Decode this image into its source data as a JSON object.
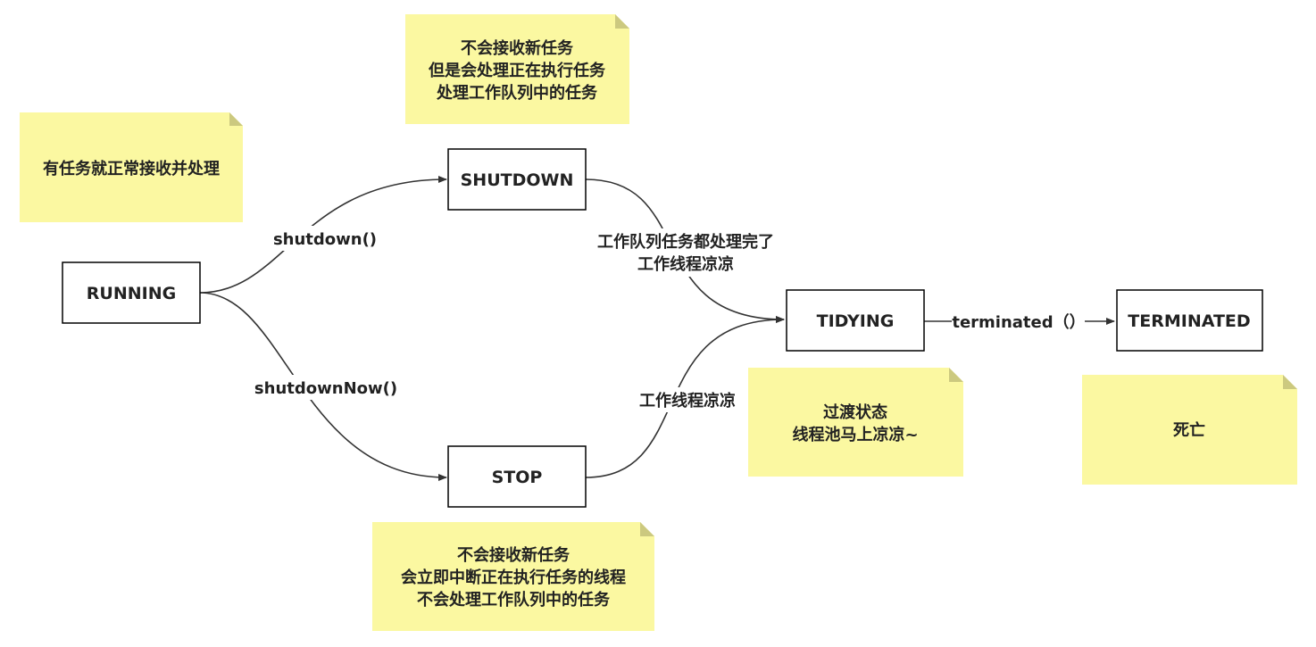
{
  "colors": {
    "note_fill": "#fbf8a1",
    "note_fold": "#ccc97f",
    "stroke": "#333333",
    "text": "#222222"
  },
  "states": {
    "running": "RUNNING",
    "shutdown": "SHUTDOWN",
    "stop": "STOP",
    "tidying": "TIDYING",
    "terminated": "TERMINATED"
  },
  "notes": {
    "running": [
      "有任务就正常接收并处理"
    ],
    "shutdown": [
      "不会接收新任务",
      "但是会处理正在执行任务",
      "处理工作队列中的任务"
    ],
    "stop": [
      "不会接收新任务",
      "会立即中断正在执行任务的线程",
      "不会处理工作队列中的任务"
    ],
    "tidying": [
      "过渡状态",
      "线程池马上凉凉~"
    ],
    "terminated": [
      "死亡"
    ]
  },
  "edges": {
    "running_to_shutdown": "shutdown()",
    "running_to_stop": "shutdownNow()",
    "shutdown_to_tidying": [
      "工作队列任务都处理完了",
      "工作线程凉凉"
    ],
    "stop_to_tidying": "工作线程凉凉",
    "tidying_to_terminated": "terminated（）"
  }
}
